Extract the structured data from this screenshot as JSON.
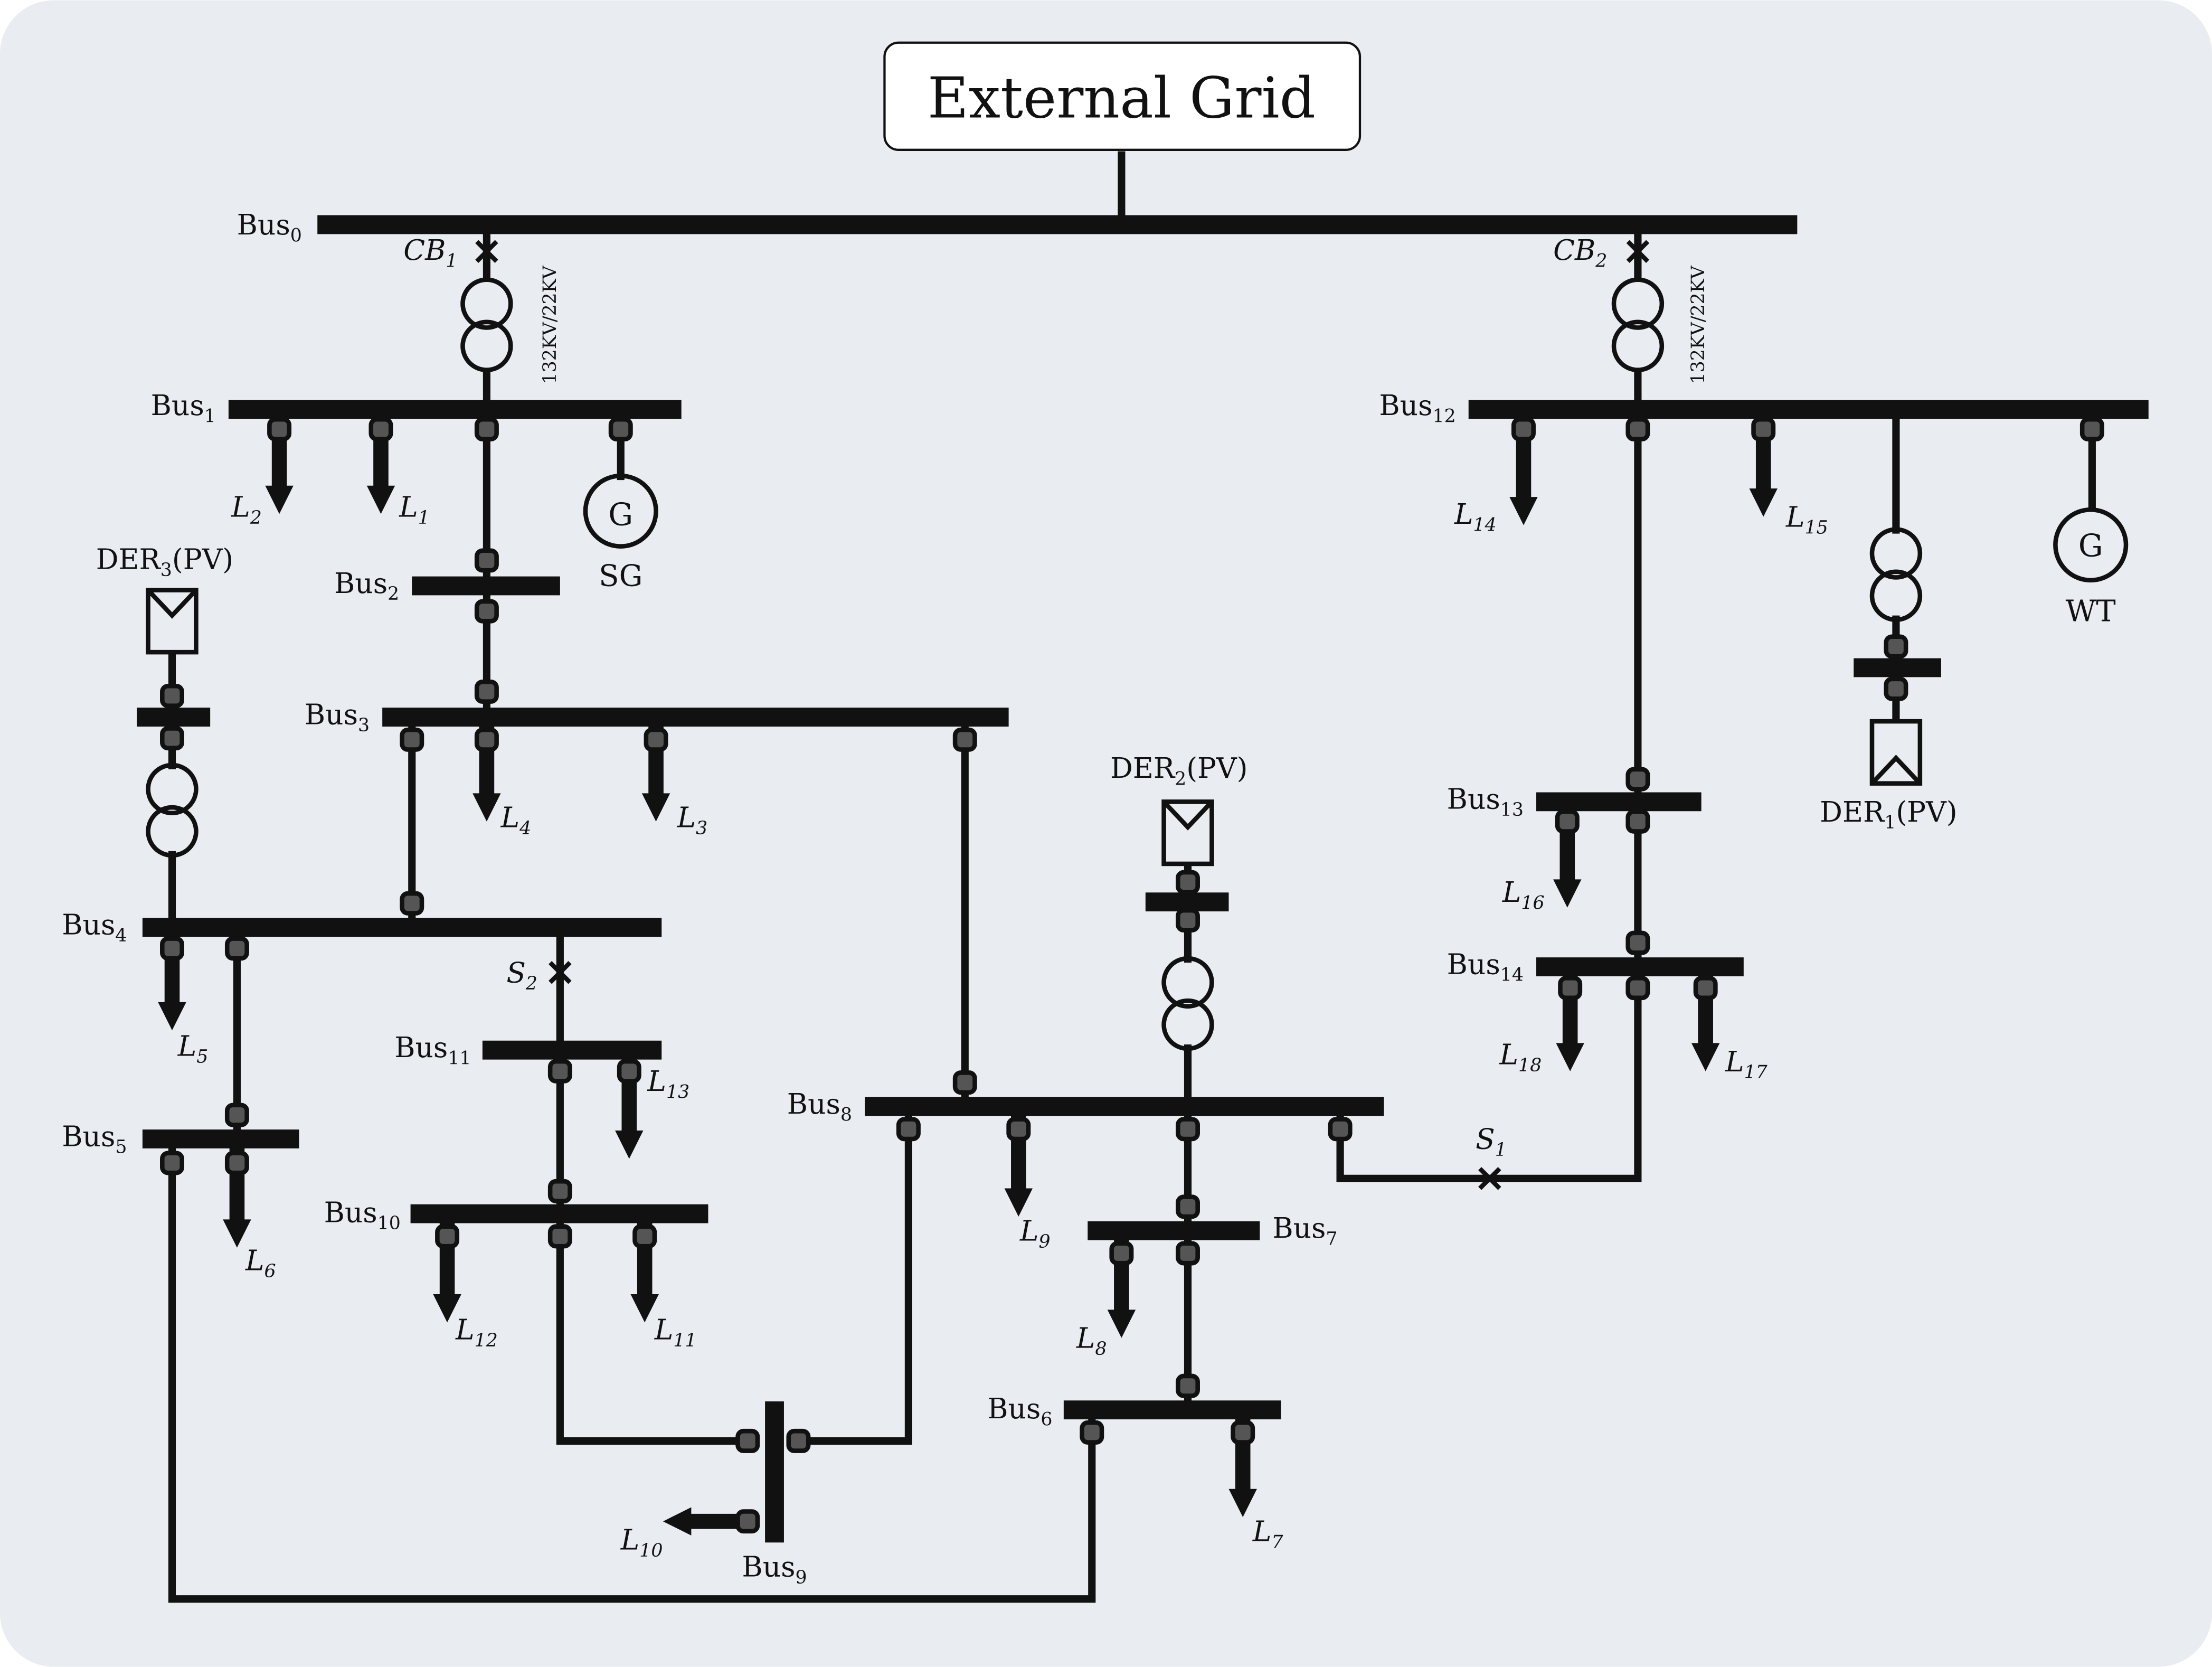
{
  "diagram": {
    "colors": {
      "background": "#e9ecf1",
      "line": "#111111",
      "connector": "#555555",
      "box": "#ffffff"
    },
    "external_grid": "External Grid",
    "transformer_rating": "132KV/22KV",
    "buses": [
      {
        "id": "bus-0",
        "name": "Bus",
        "sub": "0"
      },
      {
        "id": "bus-1",
        "name": "Bus",
        "sub": "1"
      },
      {
        "id": "bus-2",
        "name": "Bus",
        "sub": "2"
      },
      {
        "id": "bus-3",
        "name": "Bus",
        "sub": "3"
      },
      {
        "id": "bus-4",
        "name": "Bus",
        "sub": "4"
      },
      {
        "id": "bus-5",
        "name": "Bus",
        "sub": "5"
      },
      {
        "id": "bus-6",
        "name": "Bus",
        "sub": "6"
      },
      {
        "id": "bus-7",
        "name": "Bus",
        "sub": "7"
      },
      {
        "id": "bus-8",
        "name": "Bus",
        "sub": "8"
      },
      {
        "id": "bus-9",
        "name": "Bus",
        "sub": "9"
      },
      {
        "id": "bus-10",
        "name": "Bus",
        "sub": "10"
      },
      {
        "id": "bus-11",
        "name": "Bus",
        "sub": "11"
      },
      {
        "id": "bus-12",
        "name": "Bus",
        "sub": "12"
      },
      {
        "id": "bus-13",
        "name": "Bus",
        "sub": "13"
      },
      {
        "id": "bus-14",
        "name": "Bus",
        "sub": "14"
      }
    ],
    "loads": [
      {
        "id": "load-1",
        "name": "L",
        "sub": "1"
      },
      {
        "id": "load-2",
        "name": "L",
        "sub": "2"
      },
      {
        "id": "load-3",
        "name": "L",
        "sub": "3"
      },
      {
        "id": "load-4",
        "name": "L",
        "sub": "4"
      },
      {
        "id": "load-5",
        "name": "L",
        "sub": "5"
      },
      {
        "id": "load-6",
        "name": "L",
        "sub": "6"
      },
      {
        "id": "load-7",
        "name": "L",
        "sub": "7"
      },
      {
        "id": "load-8",
        "name": "L",
        "sub": "8"
      },
      {
        "id": "load-9",
        "name": "L",
        "sub": "9"
      },
      {
        "id": "load-10",
        "name": "L",
        "sub": "10"
      },
      {
        "id": "load-11",
        "name": "L",
        "sub": "11"
      },
      {
        "id": "load-12",
        "name": "L",
        "sub": "12"
      },
      {
        "id": "load-13",
        "name": "L",
        "sub": "13"
      },
      {
        "id": "load-14",
        "name": "L",
        "sub": "14"
      },
      {
        "id": "load-15",
        "name": "L",
        "sub": "15"
      },
      {
        "id": "load-16",
        "name": "L",
        "sub": "16"
      },
      {
        "id": "load-17",
        "name": "L",
        "sub": "17"
      },
      {
        "id": "load-18",
        "name": "L",
        "sub": "18"
      }
    ],
    "breakers": [
      {
        "id": "cb-1",
        "name": "CB",
        "sub": "1"
      },
      {
        "id": "cb-2",
        "name": "CB",
        "sub": "2"
      },
      {
        "id": "switch-1",
        "name": "S",
        "sub": "1"
      },
      {
        "id": "switch-2",
        "name": "S",
        "sub": "2"
      }
    ],
    "generators": [
      {
        "id": "gen-sg",
        "symbol": "G",
        "label": "SG"
      },
      {
        "id": "gen-wt",
        "symbol": "G",
        "label": "WT"
      }
    ],
    "ders": [
      {
        "id": "der-1",
        "name": "DER",
        "sub": "1",
        "suffix": "(PV)"
      },
      {
        "id": "der-2",
        "name": "DER",
        "sub": "2",
        "suffix": "(PV)"
      },
      {
        "id": "der-3",
        "name": "DER",
        "sub": "3",
        "suffix": "(PV)"
      }
    ]
  }
}
